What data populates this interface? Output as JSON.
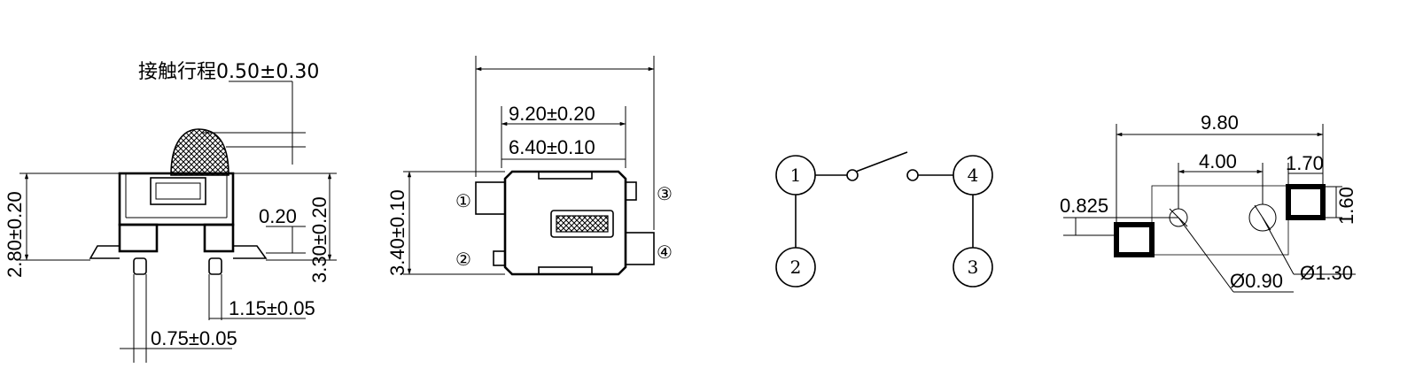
{
  "side_view": {
    "stroke_label": "接触行程0.50±0.30",
    "height_left": "2.80±0.20",
    "height_right": "3.30±0.20",
    "offset": "0.20",
    "pin_spacing": "1.15±0.05",
    "pin_width": "0.75±0.05"
  },
  "top_view": {
    "height": "3.40±0.10",
    "width_outer": "9.20±0.20",
    "width_inner": "6.40±0.10",
    "pins": [
      "①",
      "②",
      "③",
      "④"
    ]
  },
  "schematic": {
    "pins": [
      "1",
      "2",
      "3",
      "4"
    ]
  },
  "footprint": {
    "total_width": "9.80",
    "hole_spacing": "4.00",
    "pad_width": "1.70",
    "pad_height": "1.60",
    "offset": "0.825",
    "hole_small": "Ø0.90",
    "hole_large": "Ø1.30"
  }
}
